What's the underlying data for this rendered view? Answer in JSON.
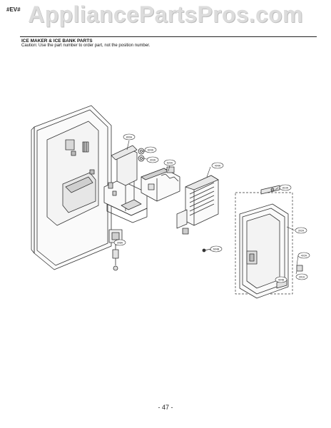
{
  "header": {
    "code": "#EV#",
    "watermark": "AppliancePartsPros.com"
  },
  "section": {
    "title": "ICE MAKER & ICE BANK PARTS",
    "caution": "Caution: Use the part number to order part, not the position number."
  },
  "diagram": {
    "callouts": [
      "800A",
      "604A",
      "303A",
      "620A",
      "404A",
      "810A",
      "308A",
      "604B",
      "302A",
      "402A",
      "301A",
      "404B"
    ]
  },
  "footer": {
    "page_number": "- 47 -"
  }
}
